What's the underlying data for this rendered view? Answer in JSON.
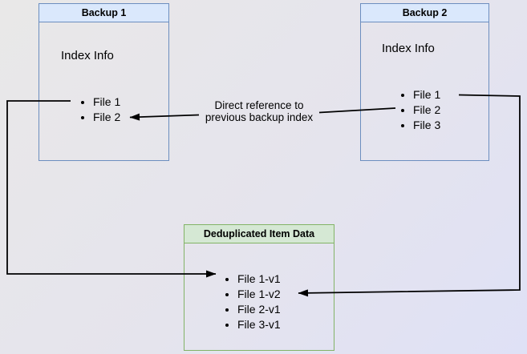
{
  "backup1": {
    "title": "Backup 1",
    "section_label": "Index Info",
    "items": [
      "File 1",
      "File 2"
    ]
  },
  "backup2": {
    "title": "Backup 2",
    "section_label": "Index Info",
    "items": [
      "File 1",
      "File 2",
      "File 3"
    ]
  },
  "dedup": {
    "title": "Deduplicated Item Data",
    "items": [
      "File 1-v1",
      "File 1-v2",
      "File 2-v1",
      "File 3-v1"
    ]
  },
  "arrow_label": {
    "line1": "Direct reference to",
    "line2": "previous backup index"
  },
  "colors": {
    "canvas_gradient_start": "#e9e8e8",
    "canvas_gradient_end": "#dfe1f6",
    "blue_header_fill": "#dae8fc",
    "blue_border": "#6c8ebf",
    "green_header_fill": "#d5e8d4",
    "green_border": "#82b366",
    "arrow_color": "#000000",
    "text_color": "#000000"
  }
}
